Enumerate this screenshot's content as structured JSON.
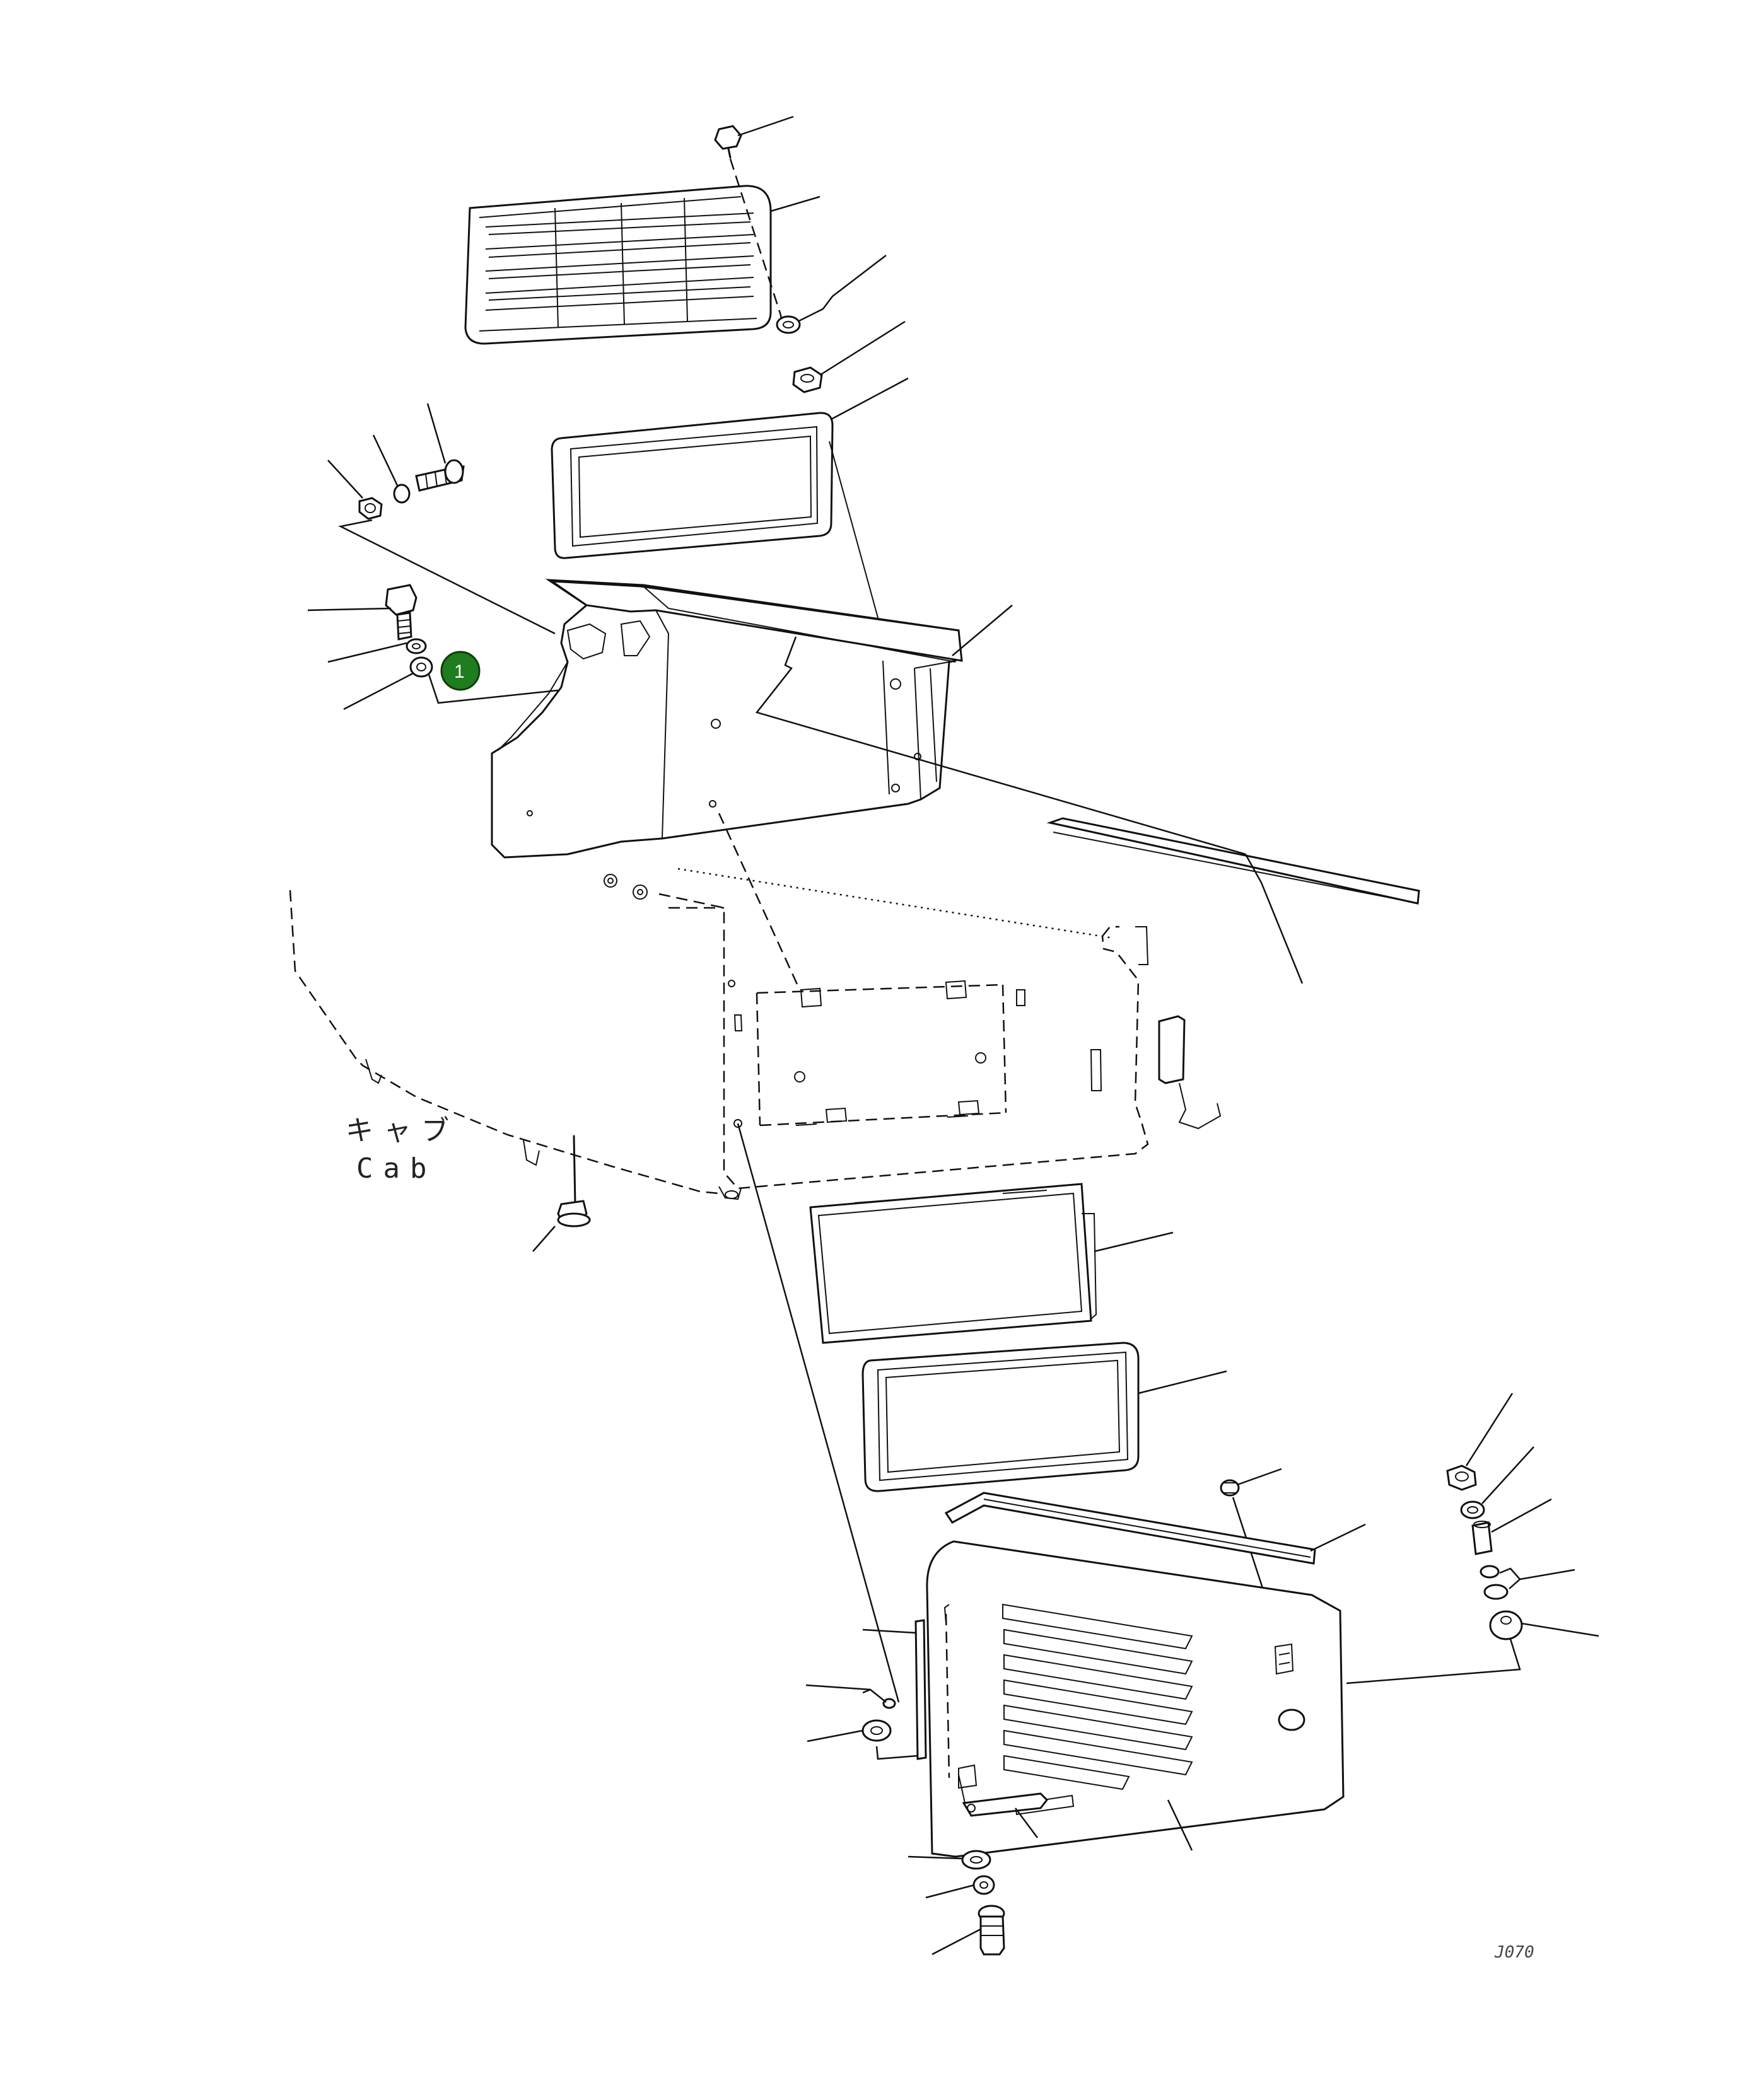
{
  "diagram": {
    "cab_label_jp": "キャブ",
    "cab_label_en": "Cab",
    "drawing_code": "J070",
    "callouts": [
      {
        "id": "1",
        "color": "#1e7d1e"
      }
    ]
  }
}
